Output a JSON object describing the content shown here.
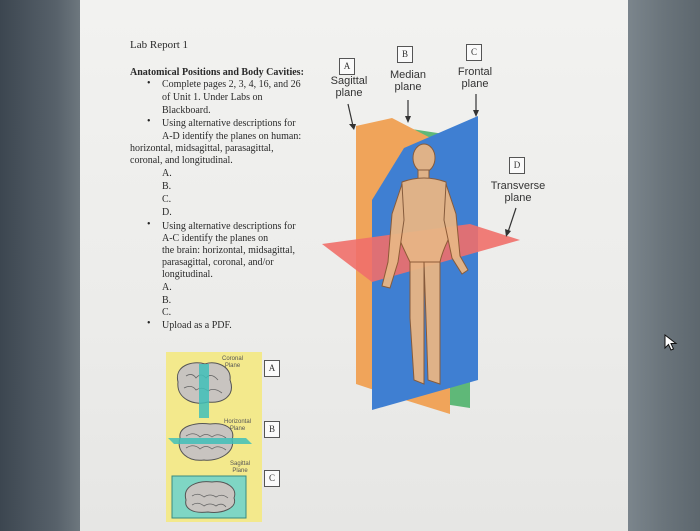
{
  "document": {
    "title": "Lab Report 1",
    "heading": "Anatomical Positions and Body Cavities:",
    "bullet1_line1": "Complete pages 2, 3, 4, 16, and 26",
    "bullet1_line2": "of Unit 1. Under Labs on",
    "bullet1_line3": "Blackboard.",
    "bullet2_line1": "Using alternative descriptions for",
    "bullet2_line2": "A-D identify the planes on human:",
    "bullet2_line3": "horizontal, midsagittal, parasagittal,",
    "bullet2_line4": "coronal, and longitudinal.",
    "list1": [
      "A.",
      "B.",
      "C.",
      "D."
    ],
    "bullet3_line1": "Using alternative descriptions for",
    "bullet3_line2": "A-C identify the planes on",
    "bullet3_line3": "the brain: horizontal, midsagittal,",
    "bullet3_line4": "parasagittal, coronal, and/or",
    "bullet3_line5": "longitudinal.",
    "list2": [
      "A.",
      "B.",
      "C."
    ],
    "bullet4": "Upload as a PDF."
  },
  "body_figure": {
    "box_a": "A",
    "box_b": "B",
    "box_c": "C",
    "box_d": "D",
    "sagittal_line1": "Sagittal",
    "sagittal_line2": "plane",
    "median_line1": "Median",
    "median_line2": "plane",
    "frontal_line1": "Frontal",
    "frontal_line2": "plane",
    "transverse_line1": "Transverse",
    "transverse_line2": "plane"
  },
  "brain_figure": {
    "coronal_line1": "Coronal",
    "coronal_line2": "Plane",
    "horizontal_line1": "Horizontal",
    "horizontal_line2": "Plane",
    "sagittal_line1": "Sagittal",
    "sagittal_line2": "Plane",
    "box_a": "A",
    "box_b": "B",
    "box_c": "C"
  },
  "colors": {
    "orange_plane": "#f0a45a",
    "green_plane": "#5fb878",
    "blue_plane": "#3f7fd2",
    "red_plane": "#ef6f6a",
    "skin": "#e8b585",
    "brain_bg": "#f3e98c",
    "brain_plane": "#3fc0b8"
  },
  "icons": [
    "cursor-arrow-icon",
    "arrow-down-icon"
  ]
}
